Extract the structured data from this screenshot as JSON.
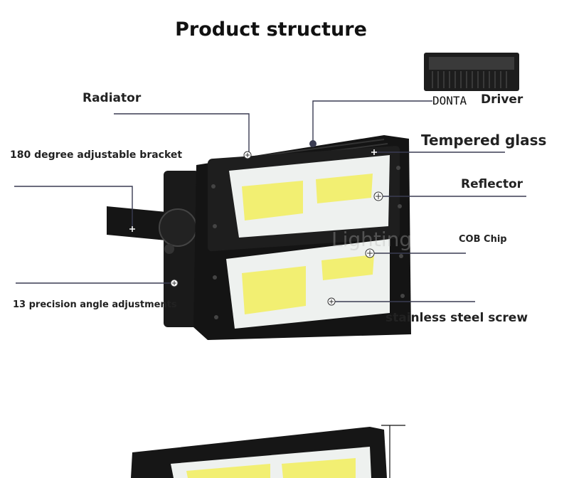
{
  "title": "Product structure",
  "labels": {
    "radiator": "Radiator",
    "bracket": "180 degree adjustable bracket",
    "angle": "13 precision angle adjustments",
    "driver_brand": "DONTA",
    "driver": "Driver",
    "glass": "Tempered glass",
    "reflector": "Reflector",
    "cob": "COB Chip",
    "screw": "stainless steel screw"
  },
  "watermark": "Lighting",
  "colors": {
    "housing": "#1a1a1a",
    "led": "#f2ef72",
    "reflector": "#eef1ef",
    "leader_line": "#3a3c52"
  },
  "icons": [
    "plus-marker-icon",
    "dot-marker-icon",
    "driver-box-image",
    "floodlight-image"
  ]
}
